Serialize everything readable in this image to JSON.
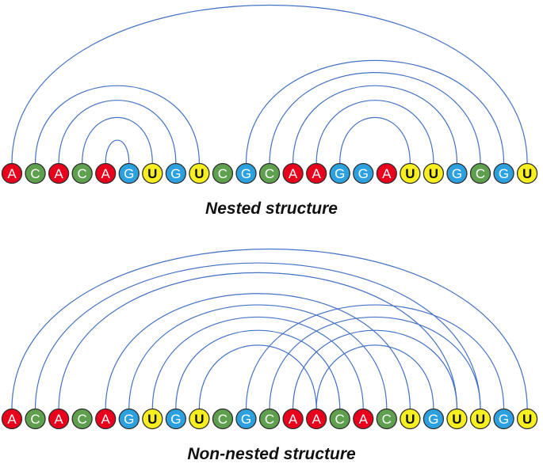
{
  "colors": {
    "A": "#e8001c",
    "C": "#5fa04e",
    "G": "#2da1e0",
    "U": "#f7ef1f",
    "arc": "#4472c4",
    "outline": "#2f2f2f"
  },
  "panels": [
    {
      "caption": "Nested structure",
      "sequence": [
        "A",
        "C",
        "A",
        "C",
        "A",
        "G",
        "U",
        "G",
        "U",
        "C",
        "G",
        "C",
        "A",
        "A",
        "G",
        "G",
        "A",
        "U",
        "U",
        "G",
        "C",
        "G",
        "U"
      ],
      "pairs": [
        [
          0,
          22
        ],
        [
          1,
          8
        ],
        [
          2,
          7
        ],
        [
          3,
          6
        ],
        [
          4,
          5
        ],
        [
          10,
          21
        ],
        [
          11,
          20
        ],
        [
          12,
          19
        ],
        [
          13,
          18
        ],
        [
          14,
          17
        ]
      ]
    },
    {
      "caption": "Non-nested structure",
      "sequence": [
        "A",
        "C",
        "A",
        "C",
        "A",
        "G",
        "U",
        "G",
        "U",
        "C",
        "G",
        "C",
        "A",
        "A",
        "C",
        "A",
        "C",
        "U",
        "G",
        "U",
        "U",
        "G",
        "U"
      ],
      "pairs": [
        [
          0,
          22
        ],
        [
          1,
          20
        ],
        [
          2,
          19
        ],
        [
          4,
          17
        ],
        [
          5,
          16
        ],
        [
          6,
          15
        ],
        [
          7,
          14
        ],
        [
          8,
          13
        ],
        [
          10,
          21
        ],
        [
          11,
          20
        ],
        [
          12,
          19
        ],
        [
          13,
          18
        ]
      ]
    }
  ]
}
